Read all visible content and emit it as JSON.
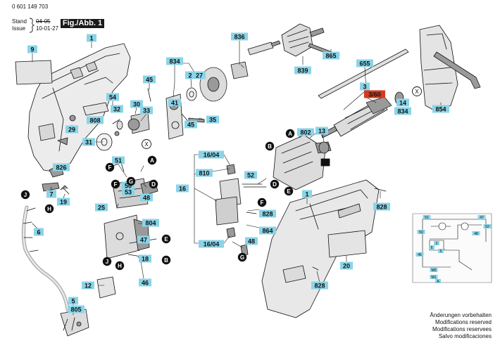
{
  "header": {
    "part_number": "0 601 149 703",
    "stand_label": "Stand",
    "issue_label": "Issue",
    "stand_date": "04-05",
    "issue_date": "10-01-27",
    "figure_label": "Fig./Abb. 1"
  },
  "notes": [
    "Änderungen vorbehalten",
    "Modifications reserved",
    "Modifications reservees",
    "Salvo modificaciones"
  ],
  "colors": {
    "callout_fill": "#8ad4e8",
    "highlight_fill": "#d63a1e",
    "line": "#111111",
    "part_fill": "#e6e6e6",
    "part_dark": "#9a9a9a"
  },
  "callouts": [
    {
      "id": "c-1a",
      "label": "1"
    },
    {
      "id": "c-9",
      "label": "9"
    },
    {
      "id": "c-54",
      "label": "54"
    },
    {
      "id": "c-32",
      "label": "32"
    },
    {
      "id": "c-808",
      "label": "808"
    },
    {
      "id": "c-29",
      "label": "29"
    },
    {
      "id": "c-30",
      "label": "30"
    },
    {
      "id": "c-33",
      "label": "33"
    },
    {
      "id": "c-31",
      "label": "31"
    },
    {
      "id": "c-826",
      "label": "826"
    },
    {
      "id": "c-7",
      "label": "7"
    },
    {
      "id": "c-19",
      "label": "19"
    },
    {
      "id": "c-6",
      "label": "6"
    },
    {
      "id": "c-5",
      "label": "5"
    },
    {
      "id": "c-805",
      "label": "805"
    },
    {
      "id": "c-834a",
      "label": "834"
    },
    {
      "id": "c-2",
      "label": "2"
    },
    {
      "id": "c-27",
      "label": "27"
    },
    {
      "id": "c-45a",
      "label": "45"
    },
    {
      "id": "c-41",
      "label": "41"
    },
    {
      "id": "c-45b",
      "label": "45"
    },
    {
      "id": "c-35",
      "label": "35"
    },
    {
      "id": "c-836",
      "label": "836"
    },
    {
      "id": "c-839",
      "label": "839"
    },
    {
      "id": "c-865",
      "label": "865"
    },
    {
      "id": "c-655",
      "label": "655"
    },
    {
      "id": "c-3",
      "label": "3"
    },
    {
      "id": "c-360",
      "label": "3/60",
      "highlight": true
    },
    {
      "id": "c-14",
      "label": "14"
    },
    {
      "id": "c-834b",
      "label": "834"
    },
    {
      "id": "c-854",
      "label": "854"
    },
    {
      "id": "c-802",
      "label": "802"
    },
    {
      "id": "c-13",
      "label": "13"
    },
    {
      "id": "c-51",
      "label": "51"
    },
    {
      "id": "c-50",
      "label": "50"
    },
    {
      "id": "c-53",
      "label": "53"
    },
    {
      "id": "c-48a",
      "label": "48"
    },
    {
      "id": "c-25",
      "label": "25"
    },
    {
      "id": "c-804",
      "label": "804"
    },
    {
      "id": "c-47",
      "label": "47"
    },
    {
      "id": "c-18",
      "label": "18"
    },
    {
      "id": "c-46",
      "label": "46"
    },
    {
      "id": "c-12",
      "label": "12"
    },
    {
      "id": "c-1604a",
      "label": "16/04"
    },
    {
      "id": "c-810",
      "label": "810"
    },
    {
      "id": "c-16",
      "label": "16"
    },
    {
      "id": "c-1604b",
      "label": "16/04"
    },
    {
      "id": "c-52",
      "label": "52"
    },
    {
      "id": "c-828a",
      "label": "828"
    },
    {
      "id": "c-864",
      "label": "864"
    },
    {
      "id": "c-48b",
      "label": "48"
    },
    {
      "id": "c-1b",
      "label": "1"
    },
    {
      "id": "c-828b",
      "label": "828"
    },
    {
      "id": "c-20",
      "label": "20"
    },
    {
      "id": "c-828c",
      "label": "828"
    }
  ],
  "markers": [
    {
      "id": "m-a1",
      "label": "A"
    },
    {
      "id": "m-b1",
      "label": "B"
    },
    {
      "id": "m-d1",
      "label": "D"
    },
    {
      "id": "m-e1",
      "label": "E"
    },
    {
      "id": "m-f1",
      "label": "F"
    },
    {
      "id": "m-a2",
      "label": "A"
    },
    {
      "id": "m-f2",
      "label": "F"
    },
    {
      "id": "m-g1",
      "label": "G"
    },
    {
      "id": "m-d2",
      "label": "D"
    },
    {
      "id": "m-e2",
      "label": "E"
    },
    {
      "id": "m-b2",
      "label": "B"
    },
    {
      "id": "m-j1",
      "label": "J"
    },
    {
      "id": "m-h1",
      "label": "H"
    },
    {
      "id": "m-f3",
      "label": "F"
    },
    {
      "id": "m-g2",
      "label": "G"
    },
    {
      "id": "m-j2",
      "label": "J"
    },
    {
      "id": "m-h2",
      "label": "H"
    }
  ],
  "cross_markers": [
    {
      "id": "x-1",
      "label": "X"
    },
    {
      "id": "x-2",
      "label": "X"
    }
  ],
  "schematic": {
    "labels": [
      {
        "id": "s-51",
        "label": "51"
      },
      {
        "id": "s-47",
        "label": "47"
      },
      {
        "id": "s-50",
        "label": "50"
      },
      {
        "id": "s-52",
        "label": "52"
      },
      {
        "id": "s-48",
        "label": "48"
      },
      {
        "id": "s-46",
        "label": "46"
      },
      {
        "id": "s-6",
        "label": "6"
      },
      {
        "id": "s-2",
        "label": "2"
      },
      {
        "id": "s-5",
        "label": "5"
      },
      {
        "id": "s-m0",
        "label": "M0"
      },
      {
        "id": "s-m1",
        "label": "M1"
      },
      {
        "id": "s-a",
        "label": "A"
      }
    ]
  }
}
